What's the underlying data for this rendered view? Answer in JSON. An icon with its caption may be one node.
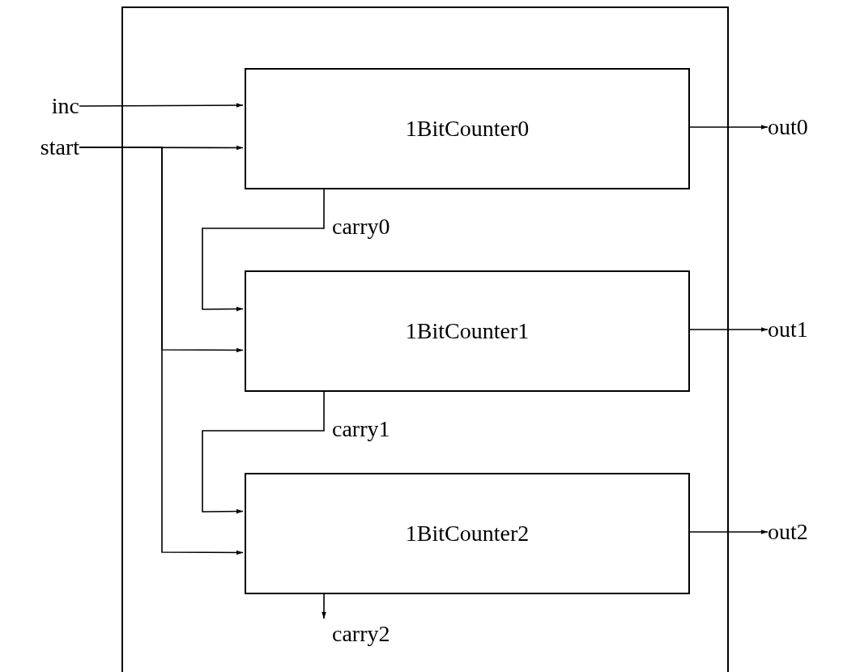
{
  "diagram": {
    "nodes": [
      {
        "text": [],
        "shape": "box"
      },
      {
        "text": [
          "inc"
        ]
      },
      {
        "text": [
          "start"
        ]
      },
      {
        "text": [
          "1BitCounter0"
        ],
        "in": 0
      },
      {
        "text": [
          "1BitCounter1"
        ],
        "in": 0
      },
      {
        "text": [
          "1BitCounter2"
        ],
        "in": 0
      },
      {
        "text": [
          "out0"
        ]
      },
      {
        "text": [
          "out1"
        ]
      },
      {
        "text": [
          "out2"
        ]
      },
      {
        "text": [
          "carry2"
        ],
        "in": 0
      }
    ],
    "edges": [
      {
        "from": 1,
        "to": 3,
        "arrow": "to"
      },
      {
        "from": 2,
        "to": 3,
        "arrow": "to"
      },
      {
        "from": 2,
        "to": 4,
        "arrow": "to"
      },
      {
        "from": 2,
        "to": 5,
        "arrow": "to"
      },
      {
        "from": 3,
        "to": 4,
        "label": "carry0",
        "arrow": "to"
      },
      {
        "from": 4,
        "to": 5,
        "label": "carry1",
        "arrow": "to"
      },
      {
        "from": 3,
        "to": 6,
        "arrow": "to"
      },
      {
        "from": 4,
        "to": 7,
        "arrow": "to"
      },
      {
        "from": 5,
        "to": 8,
        "arrow": "to"
      },
      {
        "from": 5,
        "to": 9,
        "arrow": "to"
      }
    ]
  }
}
